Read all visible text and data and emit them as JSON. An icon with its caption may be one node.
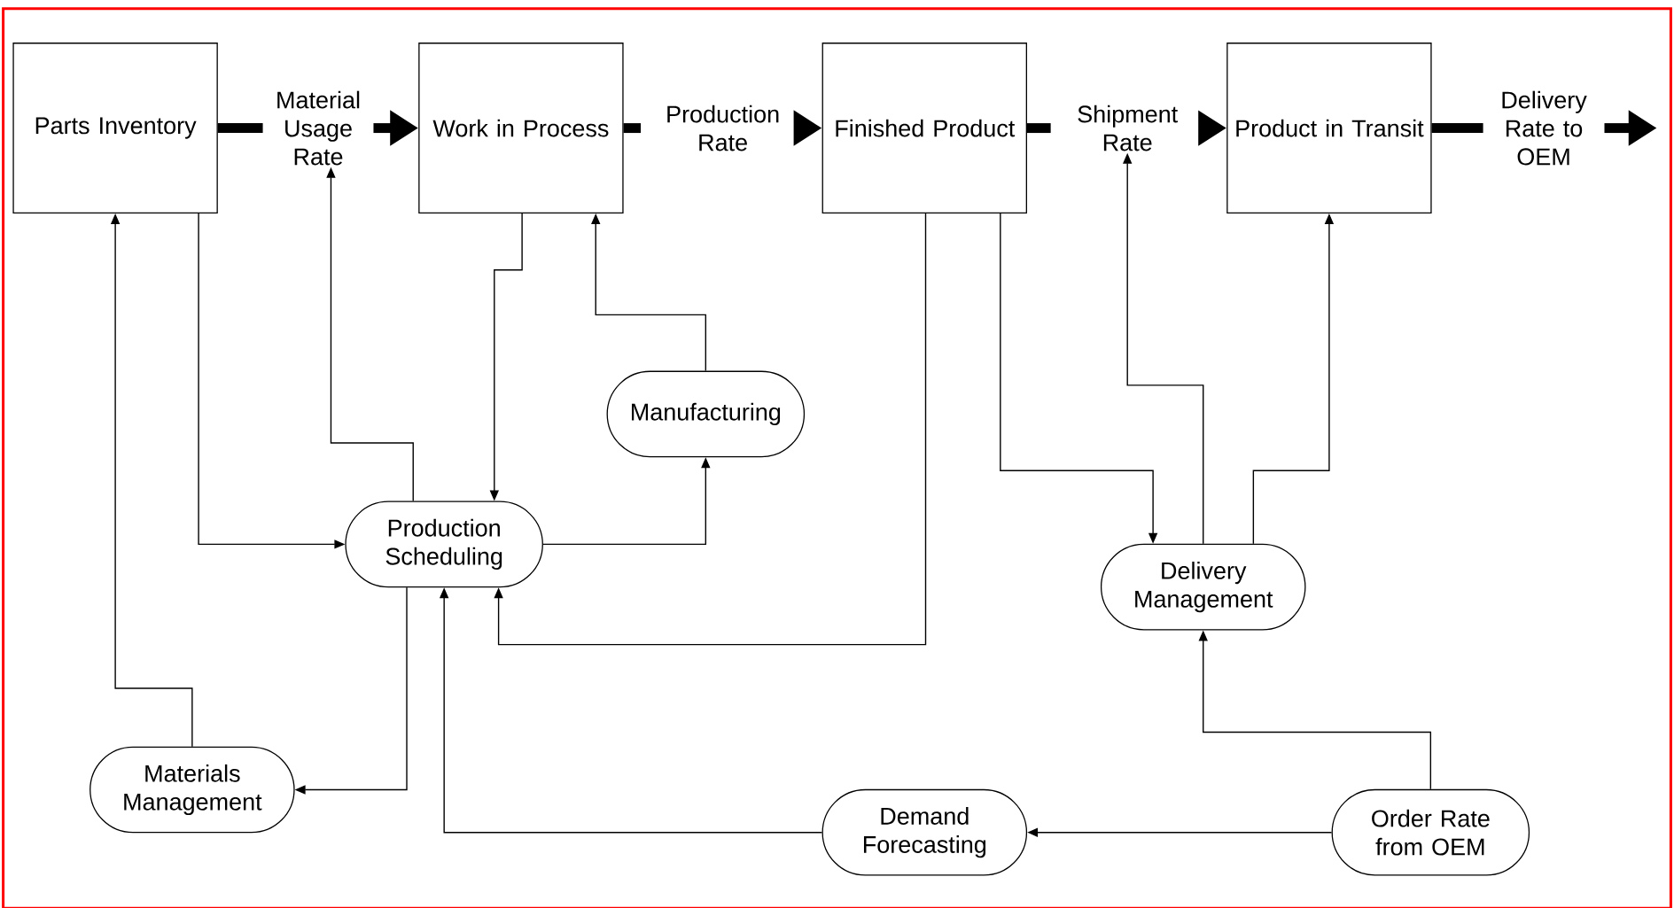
{
  "diagram": {
    "nodes": [
      {
        "text": [
          "Parts Inventory"
        ]
      },
      {
        "text": [
          "Material Usage Rate"
        ]
      },
      {
        "text": [
          "Work in Process"
        ]
      },
      {
        "text": [
          "Production Rate"
        ]
      },
      {
        "text": [
          "Finished Product"
        ]
      },
      {
        "text": [
          "Shipment Rate"
        ]
      },
      {
        "text": [
          "Product in Transit"
        ]
      },
      {
        "text": [
          "Delivery Rate to OEM"
        ]
      },
      {
        "text": [
          "Manufacturing"
        ]
      },
      {
        "text": [
          "Production Scheduling"
        ]
      },
      {
        "text": [
          "Delivery Management"
        ]
      },
      {
        "text": [
          "Materials Management"
        ]
      },
      {
        "text": [
          "Demand Forecasting"
        ]
      },
      {
        "text": [
          "Order Rate from OEM"
        ]
      }
    ],
    "edges": [
      {
        "from": 0,
        "to": 1,
        "arrow": "none",
        "style": "thick"
      },
      {
        "from": 1,
        "to": 2,
        "arrow": "to",
        "style": "thick"
      },
      {
        "from": 2,
        "to": 3,
        "arrow": "none",
        "style": "thick"
      },
      {
        "from": 3,
        "to": 4,
        "arrow": "to",
        "style": "thick"
      },
      {
        "from": 4,
        "to": 5,
        "arrow": "none",
        "style": "thick"
      },
      {
        "from": 5,
        "to": 6,
        "arrow": "to",
        "style": "thick"
      },
      {
        "from": 6,
        "to": 7,
        "arrow": "none",
        "style": "thick"
      },
      {
        "from": 7,
        "to": null,
        "arrow": "to",
        "style": "thick"
      },
      {
        "from": 0,
        "to": 9,
        "arrow": "to"
      },
      {
        "from": 11,
        "to": 0,
        "arrow": "to"
      },
      {
        "from": 9,
        "to": 1,
        "arrow": "to"
      },
      {
        "from": 2,
        "to": 9,
        "arrow": "to"
      },
      {
        "from": 8,
        "to": 2,
        "arrow": "to"
      },
      {
        "from": 9,
        "to": 8,
        "arrow": "to"
      },
      {
        "from": 4,
        "to": 9,
        "arrow": "to"
      },
      {
        "from": 9,
        "to": 11,
        "arrow": "to"
      },
      {
        "from": 12,
        "to": 9,
        "arrow": "to"
      },
      {
        "from": 13,
        "to": 12,
        "arrow": "to"
      },
      {
        "from": 13,
        "to": 10,
        "arrow": "to"
      },
      {
        "from": 4,
        "to": 10,
        "arrow": "to"
      },
      {
        "from": 10,
        "to": 5,
        "arrow": "to"
      },
      {
        "from": 10,
        "to": 6,
        "arrow": "to"
      }
    ]
  }
}
